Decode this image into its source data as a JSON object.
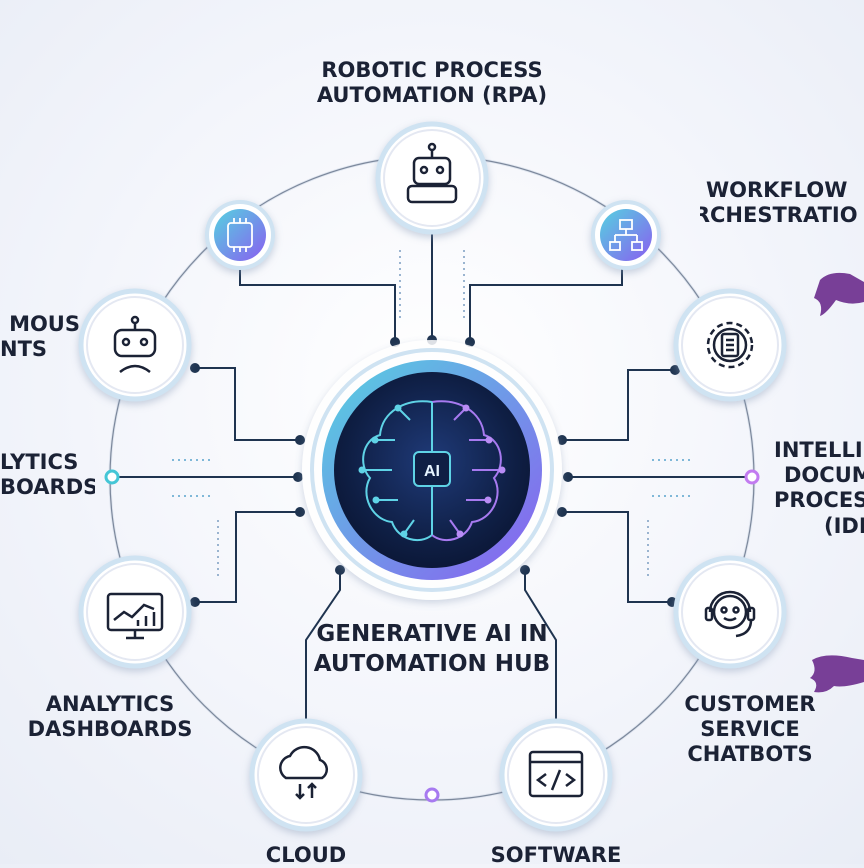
{
  "hub": {
    "chip_label": "AI",
    "title_line1": "GENERATIVE AI IN",
    "title_line2": "AUTOMATION HUB"
  },
  "nodes": {
    "rpa": {
      "line1": "ROBOTIC PROCESS",
      "line2": "AUTOMATION (RPA)"
    },
    "workflow": {
      "line1": "WORKFLOW",
      "line2": "ORCHESTRATIO"
    },
    "idp": {
      "line1": "INTELLI",
      "line2": "DOCUM",
      "line3": "PROCES",
      "line4": "(IDI"
    },
    "chatbots": {
      "line1": "CUSTOMER",
      "line2": "SERVICE",
      "line3": "CHATBOTS"
    },
    "software": {
      "line1": "SOFTWARE"
    },
    "cloud": {
      "line1": "CLOUD"
    },
    "analytics": {
      "line1": "ANALYTICS",
      "line2": "DASHBOARDS"
    },
    "analytics_left": {
      "line1": "LYTICS",
      "line2": "BOARDS"
    },
    "agents": {
      "line1": "MOUS",
      "line2": "NTS"
    }
  },
  "colors": {
    "line": "#1f3450",
    "ring": "#dfe5ef",
    "accent_purple": "#7b4fe0",
    "accent_teal": "#44c6d6",
    "hub_dark": "#0f1f45"
  },
  "icons": {
    "rpa": "robot-icon",
    "workflow": "flowchart-icon",
    "idp": "gear-document-icon",
    "chatbots": "headset-bot-icon",
    "software": "code-window-icon",
    "cloud": "cloud-upload-icon",
    "analytics": "chart-monitor-icon",
    "agents": "bot-icon",
    "small_top_left": "circuit-chip-icon",
    "hub": "brain-circuit-icon"
  }
}
